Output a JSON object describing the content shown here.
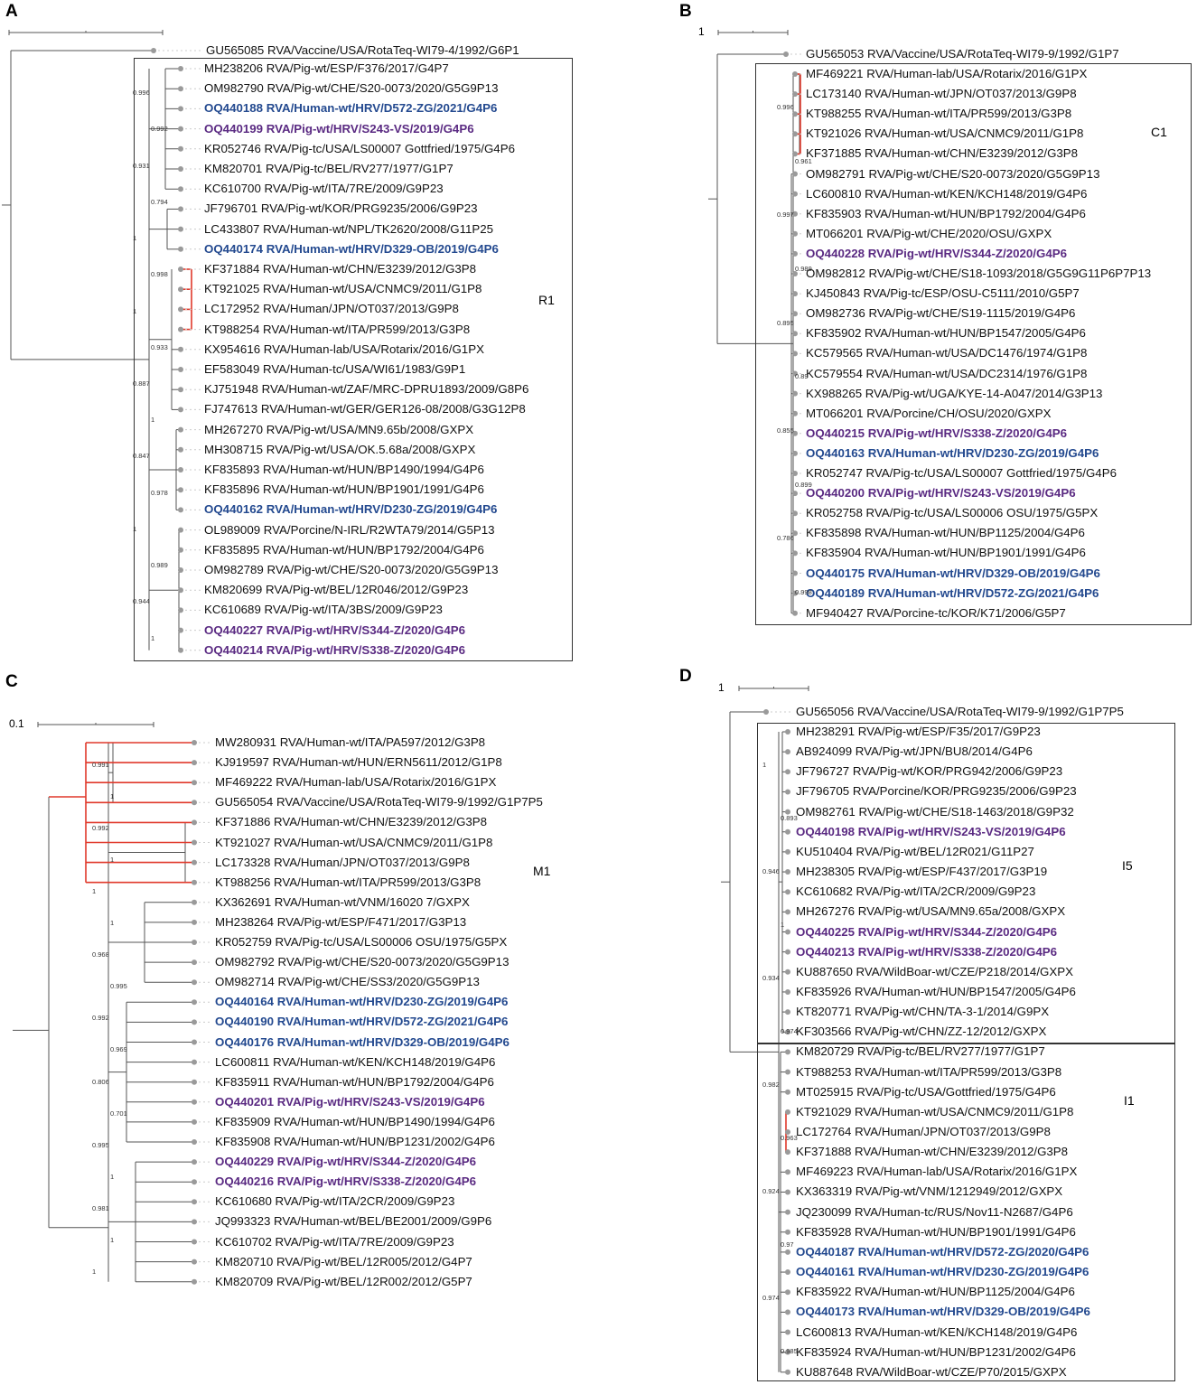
{
  "panels": [
    {
      "letter": "A",
      "scale_label": "",
      "clade_labels": [
        "R1"
      ],
      "outgroup": {
        "label": "GU565085 RVA/Vaccine/USA/RotaTeq-WI79-4/1992/G6P1",
        "style": "normal"
      },
      "leaves": [
        {
          "label": "MH238206 RVA/Pig-wt/ESP/F376/2017/G4P7",
          "style": "normal"
        },
        {
          "label": "OM982790 RVA/Pig-wt/CHE/S20-0073/2020/G5G9P13",
          "style": "normal"
        },
        {
          "label": "OQ440188 RVA/Human-wt/HRV/D572-ZG/2021/G4P6",
          "style": "human"
        },
        {
          "label": "OQ440199 RVA/Pig-wt/HRV/S243-VS/2019/G4P6",
          "style": "pig"
        },
        {
          "label": "KR052746 RVA/Pig-tc/USA/LS00007 Gottfried/1975/G4P6",
          "style": "normal"
        },
        {
          "label": "KM820701 RVA/Pig-tc/BEL/RV277/1977/G1P7",
          "style": "normal"
        },
        {
          "label": "KC610700 RVA/Pig-wt/ITA/7RE/2009/G9P23",
          "style": "normal"
        },
        {
          "label": "JF796701 RVA/Pig-wt/KOR/PRG9235/2006/G9P23",
          "style": "normal"
        },
        {
          "label": "LC433807 RVA/Human-wt/NPL/TK2620/2008/G11P25",
          "style": "normal"
        },
        {
          "label": "OQ440174 RVA/Human-wt/HRV/D329-OB/2019/G4P6",
          "style": "human"
        },
        {
          "label": "KF371884 RVA/Human-wt/CHN/E3239/2012/G3P8",
          "style": "normal"
        },
        {
          "label": "KT921025 RVA/Human-wt/USA/CNMC9/2011/G1P8",
          "style": "normal"
        },
        {
          "label": "LC172952 RVA/Human/JPN/OT037/2013/G9P8",
          "style": "normal"
        },
        {
          "label": "KT988254 RVA/Human-wt/ITA/PR599/2013/G3P8",
          "style": "normal"
        },
        {
          "label": "KX954616 RVA/Human-lab/USA/Rotarix/2016/G1PX",
          "style": "normal"
        },
        {
          "label": "EF583049 RVA/Human-tc/USA/WI61/1983/G9P1",
          "style": "normal"
        },
        {
          "label": "KJ751948 RVA/Human-wt/ZAF/MRC-DPRU1893/2009/G8P6",
          "style": "normal"
        },
        {
          "label": "FJ747613 RVA/Human-wt/GER/GER126-08/2008/G3G12P8",
          "style": "normal"
        },
        {
          "label": "MH267270 RVA/Pig-wt/USA/MN9.65b/2008/GXPX",
          "style": "normal"
        },
        {
          "label": "MH308715 RVA/Pig-wt/USA/OK.5.68a/2008/GXPX",
          "style": "normal"
        },
        {
          "label": "KF835893 RVA/Human-wt/HUN/BP1490/1994/G4P6",
          "style": "normal"
        },
        {
          "label": "KF835896 RVA/Human-wt/HUN/BP1901/1991/G4P6",
          "style": "normal"
        },
        {
          "label": "OQ440162 RVA/Human-wt/HRV/D230-ZG/2019/G4P6",
          "style": "human"
        },
        {
          "label": "OL989009 RVA/Porcine/N-IRL/R2WTA79/2014/G5P13",
          "style": "normal"
        },
        {
          "label": "KF835895 RVA/Human-wt/HUN/BP1792/2004/G4P6",
          "style": "normal"
        },
        {
          "label": "OM982789 RVA/Pig-wt/CHE/S20-0073/2020/G5G9P13",
          "style": "normal"
        },
        {
          "label": "KM820699 RVA/Pig-wt/BEL/12R046/2012/G9P23",
          "style": "normal"
        },
        {
          "label": "KC610689 RVA/Pig-wt/ITA/3BS/2009/G9P23",
          "style": "normal"
        },
        {
          "label": "OQ440227 RVA/Pig-wt/HRV/S344-Z/2020/G4P6",
          "style": "pig"
        },
        {
          "label": "OQ440214 RVA/Pig-wt/HRV/S338-Z/2020/G4P6",
          "style": "pig"
        }
      ],
      "supports": [
        "0.996",
        "0.992",
        "0.931",
        "0.794",
        "1",
        "0.998",
        "1",
        "0.933",
        "0.887",
        "1",
        "0.847",
        "0.978",
        "1",
        "0.989",
        "0.944",
        "1"
      ]
    },
    {
      "letter": "B",
      "scale_label": "1",
      "clade_labels": [
        "C1"
      ],
      "outgroup": {
        "label": "GU565053 RVA/Vaccine/USA/RotaTeq-WI79-9/1992/G1P7",
        "style": "normal"
      },
      "leaves": [
        {
          "label": "MF469221 RVA/Human-lab/USA/Rotarix/2016/G1PX",
          "style": "normal"
        },
        {
          "label": "LC173140 RVA/Human-wt/JPN/OT037/2013/G9P8",
          "style": "normal"
        },
        {
          "label": "KT988255 RVA/Human-wt/ITA/PR599/2013/G3P8",
          "style": "normal"
        },
        {
          "label": "KT921026 RVA/Human-wt/USA/CNMC9/2011/G1P8",
          "style": "normal"
        },
        {
          "label": "KF371885 RVA/Human-wt/CHN/E3239/2012/G3P8",
          "style": "normal"
        },
        {
          "label": "OM982791 RVA/Pig-wt/CHE/S20-0073/2020/G5G9P13",
          "style": "normal"
        },
        {
          "label": "LC600810 RVA/Human-wt/KEN/KCH148/2019/G4P6",
          "style": "normal"
        },
        {
          "label": "KF835903 RVA/Human-wt/HUN/BP1792/2004/G4P6",
          "style": "normal"
        },
        {
          "label": "MT066201 RVA/Pig-wt/CHE/2020/OSU/GXPX",
          "style": "normal"
        },
        {
          "label": "OQ440228 RVA/Pig-wt/HRV/S344-Z/2020/G4P6",
          "style": "pig"
        },
        {
          "label": "OM982812 RVA/Pig-wt/CHE/S18-1093/2018/G5G9G11P6P7P13",
          "style": "normal"
        },
        {
          "label": "KJ450843 RVA/Pig-tc/ESP/OSU-C5111/2010/G5P7",
          "style": "normal"
        },
        {
          "label": "OM982736 RVA/Pig-wt/CHE/S19-1115/2019/G4P6",
          "style": "normal"
        },
        {
          "label": "KF835902 RVA/Human-wt/HUN/BP1547/2005/G4P6",
          "style": "normal"
        },
        {
          "label": "KC579565 RVA/Human-wt/USA/DC1476/1974/G1P8",
          "style": "normal"
        },
        {
          "label": "KC579554 RVA/Human-wt/USA/DC2314/1976/G1P8",
          "style": "normal"
        },
        {
          "label": "KX988265 RVA/Pig-wt/UGA/KYE-14-A047/2014/G3P13",
          "style": "normal"
        },
        {
          "label": "MT066201 RVA/Porcine/CH/OSU/2020/GXPX",
          "style": "normal"
        },
        {
          "label": "OQ440215 RVA/Pig-wt/HRV/S338-Z/2020/G4P6",
          "style": "pig"
        },
        {
          "label": "OQ440163 RVA/Human-wt/HRV/D230-ZG/2019/G4P6",
          "style": "human"
        },
        {
          "label": "KR052747 RVA/Pig-tc/USA/LS00007 Gottfried/1975/G4P6",
          "style": "normal"
        },
        {
          "label": "OQ440200 RVA/Pig-wt/HRV/S243-VS/2019/G4P6",
          "style": "pig"
        },
        {
          "label": "KR052758 RVA/Pig-tc/USA/LS00006 OSU/1975/G5PX",
          "style": "normal"
        },
        {
          "label": "KF835898 RVA/Human-wt/HUN/BP1125/2004/G4P6",
          "style": "normal"
        },
        {
          "label": "KF835904 RVA/Human-wt/HUN/BP1901/1991/G4P6",
          "style": "normal"
        },
        {
          "label": "OQ440175 RVA/Human-wt/HRV/D329-OB/2019/G4P6",
          "style": "human"
        },
        {
          "label": "OQ440189 RVA/Human-wt/HRV/D572-ZG/2021/G4P6",
          "style": "human"
        },
        {
          "label": "MF940427 RVA/Porcine-tc/KOR/K71/2006/G5P7",
          "style": "normal"
        }
      ],
      "supports": [
        "0.996",
        "0.961",
        "0.997",
        "0.989",
        "0.895",
        "0.89",
        "0.855",
        "0.899",
        "0.786",
        "0.998"
      ]
    },
    {
      "letter": "C",
      "scale_label": "0.1",
      "clade_labels": [
        "M1"
      ],
      "outgroup": null,
      "leaves": [
        {
          "label": "MW280931 RVA/Human-wt/ITA/PA597/2012/G3P8",
          "style": "normal"
        },
        {
          "label": "KJ919597 RVA/Human-wt/HUN/ERN5611/2012/G1P8",
          "style": "normal"
        },
        {
          "label": "MF469222 RVA/Human-lab/USA/Rotarix/2016/G1PX",
          "style": "normal"
        },
        {
          "label": "GU565054 RVA/Vaccine/USA/RotaTeq-WI79-9/1992/G1P7P5",
          "style": "normal"
        },
        {
          "label": "KF371886 RVA/Human-wt/CHN/E3239/2012/G3P8",
          "style": "normal"
        },
        {
          "label": "KT921027 RVA/Human-wt/USA/CNMC9/2011/G1P8",
          "style": "normal"
        },
        {
          "label": "LC173328 RVA/Human/JPN/OT037/2013/G9P8",
          "style": "normal"
        },
        {
          "label": "KT988256 RVA/Human-wt/ITA/PR599/2013/G3P8",
          "style": "normal"
        },
        {
          "label": "KX362691 RVA/Human-wt/VNM/16020 7/GXPX",
          "style": "normal"
        },
        {
          "label": "MH238264 RVA/Pig-wt/ESP/F471/2017/G3P13",
          "style": "normal"
        },
        {
          "label": "KR052759 RVA/Pig-tc/USA/LS00006 OSU/1975/G5PX",
          "style": "normal"
        },
        {
          "label": "OM982792 RVA/Pig-wt/CHE/S20-0073/2020/G5G9P13",
          "style": "normal"
        },
        {
          "label": "OM982714 RVA/Pig-wt/CHE/SS3/2020/G5G9P13",
          "style": "normal"
        },
        {
          "label": "OQ440164 RVA/Human-wt/HRV/D230-ZG/2019/G4P6",
          "style": "human"
        },
        {
          "label": "OQ440190 RVA/Human-wt/HRV/D572-ZG/2021/G4P6",
          "style": "human"
        },
        {
          "label": "OQ440176 RVA/Human-wt/HRV/D329-OB/2019/G4P6",
          "style": "human"
        },
        {
          "label": "LC600811 RVA/Human-wt/KEN/KCH148/2019/G4P6",
          "style": "normal"
        },
        {
          "label": "KF835911 RVA/Human-wt/HUN/BP1792/2004/G4P6",
          "style": "normal"
        },
        {
          "label": "OQ440201 RVA/Pig-wt/HRV/S243-VS/2019/G4P6",
          "style": "pig"
        },
        {
          "label": "KF835909 RVA/Human-wt/HUN/BP1490/1994/G4P6",
          "style": "normal"
        },
        {
          "label": "KF835908 RVA/Human-wt/HUN/BP1231/2002/G4P6",
          "style": "normal"
        },
        {
          "label": "OQ440229 RVA/Pig-wt/HRV/S344-Z/2020/G4P6",
          "style": "pig"
        },
        {
          "label": "OQ440216 RVA/Pig-wt/HRV/S338-Z/2020/G4P6",
          "style": "pig"
        },
        {
          "label": "KC610680 RVA/Pig-wt/ITA/2CR/2009/G9P23",
          "style": "normal"
        },
        {
          "label": "JQ993323 RVA/Human-wt/BEL/BE2001/2009/G9P6",
          "style": "normal"
        },
        {
          "label": "KC610702 RVA/Pig-wt/ITA/7RE/2009/G9P23",
          "style": "normal"
        },
        {
          "label": "KM820710 RVA/Pig-wt/BEL/12R005/2012/G4P7",
          "style": "normal"
        },
        {
          "label": "KM820709 RVA/Pig-wt/BEL/12R002/2012/G5P7",
          "style": "normal"
        }
      ],
      "supports": [
        "0.991",
        "1",
        "0.992",
        "1",
        "1",
        "1",
        "0.968",
        "0.995",
        "0.992",
        "0.969",
        "0.806",
        "0.701",
        "0.995",
        "1",
        "0.981",
        "1",
        "1"
      ]
    },
    {
      "letter": "D",
      "scale_label": "1",
      "clade_labels": [
        "I5",
        "I1"
      ],
      "outgroup": {
        "label": "GU565056 RVA/Vaccine/USA/RotaTeq-WI79-9/1992/G1P7P5",
        "style": "normal"
      },
      "leaves": [
        {
          "label": "MH238291 RVA/Pig-wt/ESP/F35/2017/G9P23",
          "style": "normal"
        },
        {
          "label": "AB924099 RVA/Pig-wt/JPN/BU8/2014/G4P6",
          "style": "normal"
        },
        {
          "label": "JF796727 RVA/Pig-wt/KOR/PRG942/2006/G9P23",
          "style": "normal"
        },
        {
          "label": "JF796705 RVA/Porcine/KOR/PRG9235/2006/G9P23",
          "style": "normal"
        },
        {
          "label": "OM982761 RVA/Pig-wt/CHE/S18-1463/2018/G9P32",
          "style": "normal"
        },
        {
          "label": "OQ440198 RVA/Pig-wt/HRV/S243-VS/2019/G4P6",
          "style": "pig"
        },
        {
          "label": "KU510404 RVA/Pig-wt/BEL/12R021/G11P27",
          "style": "normal"
        },
        {
          "label": "MH238305 RVA/Pig-wt/ESP/F437/2017/G3P19",
          "style": "normal"
        },
        {
          "label": "KC610682 RVA/Pig-wt/ITA/2CR/2009/G9P23",
          "style": "normal"
        },
        {
          "label": "MH267276 RVA/Pig-wt/USA/MN9.65a/2008/GXPX",
          "style": "normal"
        },
        {
          "label": "OQ440225 RVA/Pig-wt/HRV/S344-Z/2020/G4P6",
          "style": "pig"
        },
        {
          "label": "OQ440213 RVA/Pig-wt/HRV/S338-Z/2020/G4P6",
          "style": "pig"
        },
        {
          "label": "KU887650 RVA/WildBoar-wt/CZE/P218/2014/GXPX",
          "style": "normal"
        },
        {
          "label": "KF835926 RVA/Human-wt/HUN/BP1547/2005/G4P6",
          "style": "normal"
        },
        {
          "label": "KT820771 RVA/Pig-wt/CHN/TA-3-1/2014/G9PX",
          "style": "normal"
        },
        {
          "label": "KF303566 RVA/Pig-wt/CHN/ZZ-12/2012/GXPX",
          "style": "normal"
        },
        {
          "label": "KM820729 RVA/Pig-tc/BEL/RV277/1977/G1P7",
          "style": "normal"
        },
        {
          "label": "KT988253 RVA/Human-wt/ITA/PR599/2013/G3P8",
          "style": "normal"
        },
        {
          "label": "MT025915 RVA/Pig-tc/USA/Gottfried/1975/G4P6",
          "style": "normal"
        },
        {
          "label": "KT921029 RVA/Human-wt/USA/CNMC9/2011/G1P8",
          "style": "normal"
        },
        {
          "label": "LC172764 RVA/Human/JPN/OT037/2013/G9P8",
          "style": "normal"
        },
        {
          "label": "KF371888 RVA/Human-wt/CHN/E3239/2012/G3P8",
          "style": "normal"
        },
        {
          "label": "MF469223 RVA/Human-lab/USA/Rotarix/2016/G1PX",
          "style": "normal"
        },
        {
          "label": "KX363319 RVA/Pig-wt/VNM/1212949/2012/GXPX",
          "style": "normal"
        },
        {
          "label": "JQ230099 RVA/Human-tc/RUS/Nov11-N2687/G4P6",
          "style": "normal"
        },
        {
          "label": "KF835928 RVA/Human-wt/HUN/BP1901/1991/G4P6",
          "style": "normal"
        },
        {
          "label": "OQ440187 RVA/Human-wt/HRV/D572-ZG/2020/G4P6",
          "style": "human"
        },
        {
          "label": "OQ440161 RVA/Human-wt/HRV/D230-ZG/2019/G4P6",
          "style": "human"
        },
        {
          "label": "KF835922 RVA/Human-wt/HUN/BP1125/2004/G4P6",
          "style": "normal"
        },
        {
          "label": "OQ440173 RVA/Human-wt/HRV/D329-OB/2019/G4P6",
          "style": "human"
        },
        {
          "label": "LC600813 RVA/Human-wt/KEN/KCH148/2019/G4P6",
          "style": "normal"
        },
        {
          "label": "KF835924 RVA/Human-wt/HUN/BP1231/2002/G4P6",
          "style": "normal"
        },
        {
          "label": "KU887648 RVA/WildBoar-wt/CZE/P70/2015/GXPX",
          "style": "normal"
        }
      ],
      "supports": [
        "1",
        "0.893",
        "0.946",
        "1",
        "0.934",
        "0.974",
        "0.982",
        "0.963",
        "0.924",
        "0.97",
        "0.974",
        "0.985"
      ]
    }
  ],
  "colors": {
    "human": "#23498f",
    "pig": "#5a2a82",
    "highlight_branch": "#e0392b",
    "tree": "#555555"
  }
}
